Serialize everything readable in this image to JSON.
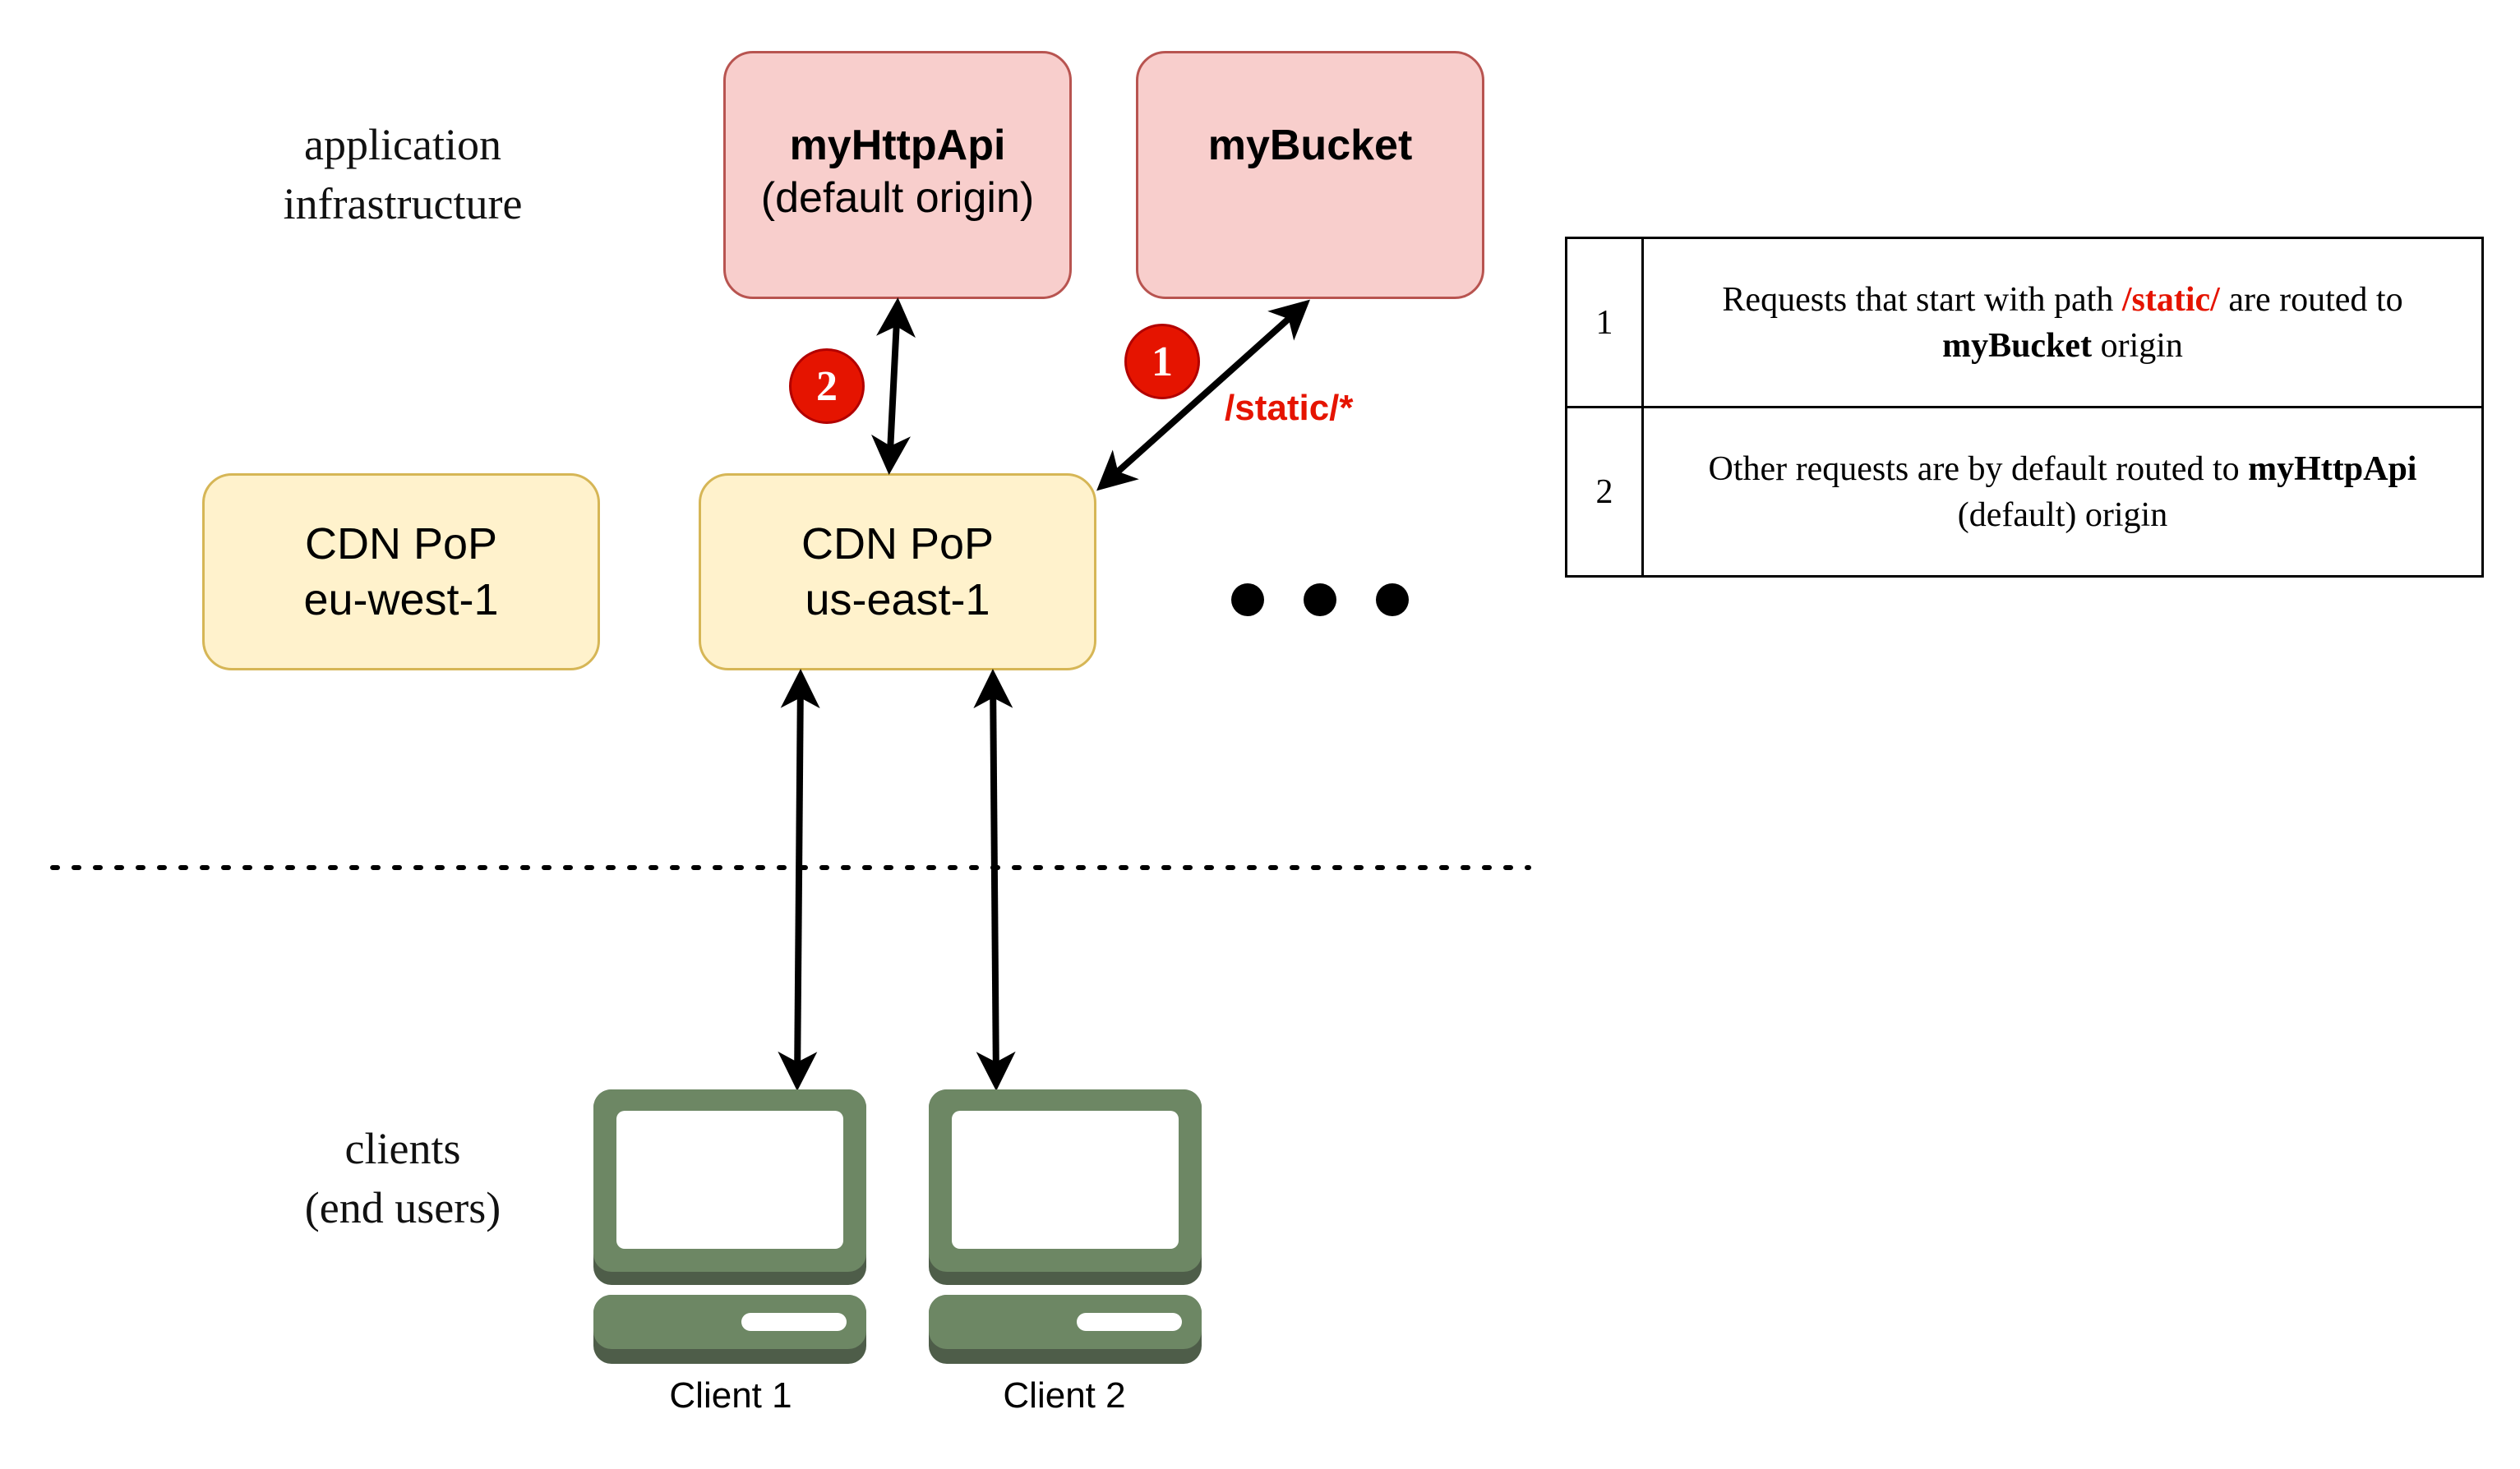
{
  "labels": {
    "infra_line1": "application",
    "infra_line2": "infrastructure",
    "clients_line1": "clients",
    "clients_line2": "(end users)"
  },
  "origins": {
    "api": {
      "name": "myHttpApi",
      "subtitle": "(default origin)"
    },
    "bucket": {
      "name": "myBucket"
    }
  },
  "pops": [
    {
      "line1": "CDN PoP",
      "line2": "eu-west-1"
    },
    {
      "line1": "CDN PoP",
      "line2": "us-east-1"
    }
  ],
  "badges": {
    "one": "1",
    "two": "2"
  },
  "path_pattern": "/static/*",
  "clients": [
    "Client 1",
    "Client 2"
  ],
  "legend": [
    {
      "num": "1",
      "text_before": "Requests that start with path ",
      "highlight": "/static/",
      "text_middle": " are routed to ",
      "bold": "myBucket",
      "text_after": " origin"
    },
    {
      "num": "2",
      "text_before": "Other requests are by default routed to ",
      "bold": "myHttpApi",
      "text_after": " (default) origin"
    }
  ],
  "colors": {
    "origin_fill": "#f8cecc",
    "origin_border": "#b85450",
    "pop_fill": "#fff2cc",
    "pop_border": "#d6b656",
    "badge_red": "#e51400",
    "client_green": "#6d8764",
    "client_dark": "#4e5d49"
  }
}
